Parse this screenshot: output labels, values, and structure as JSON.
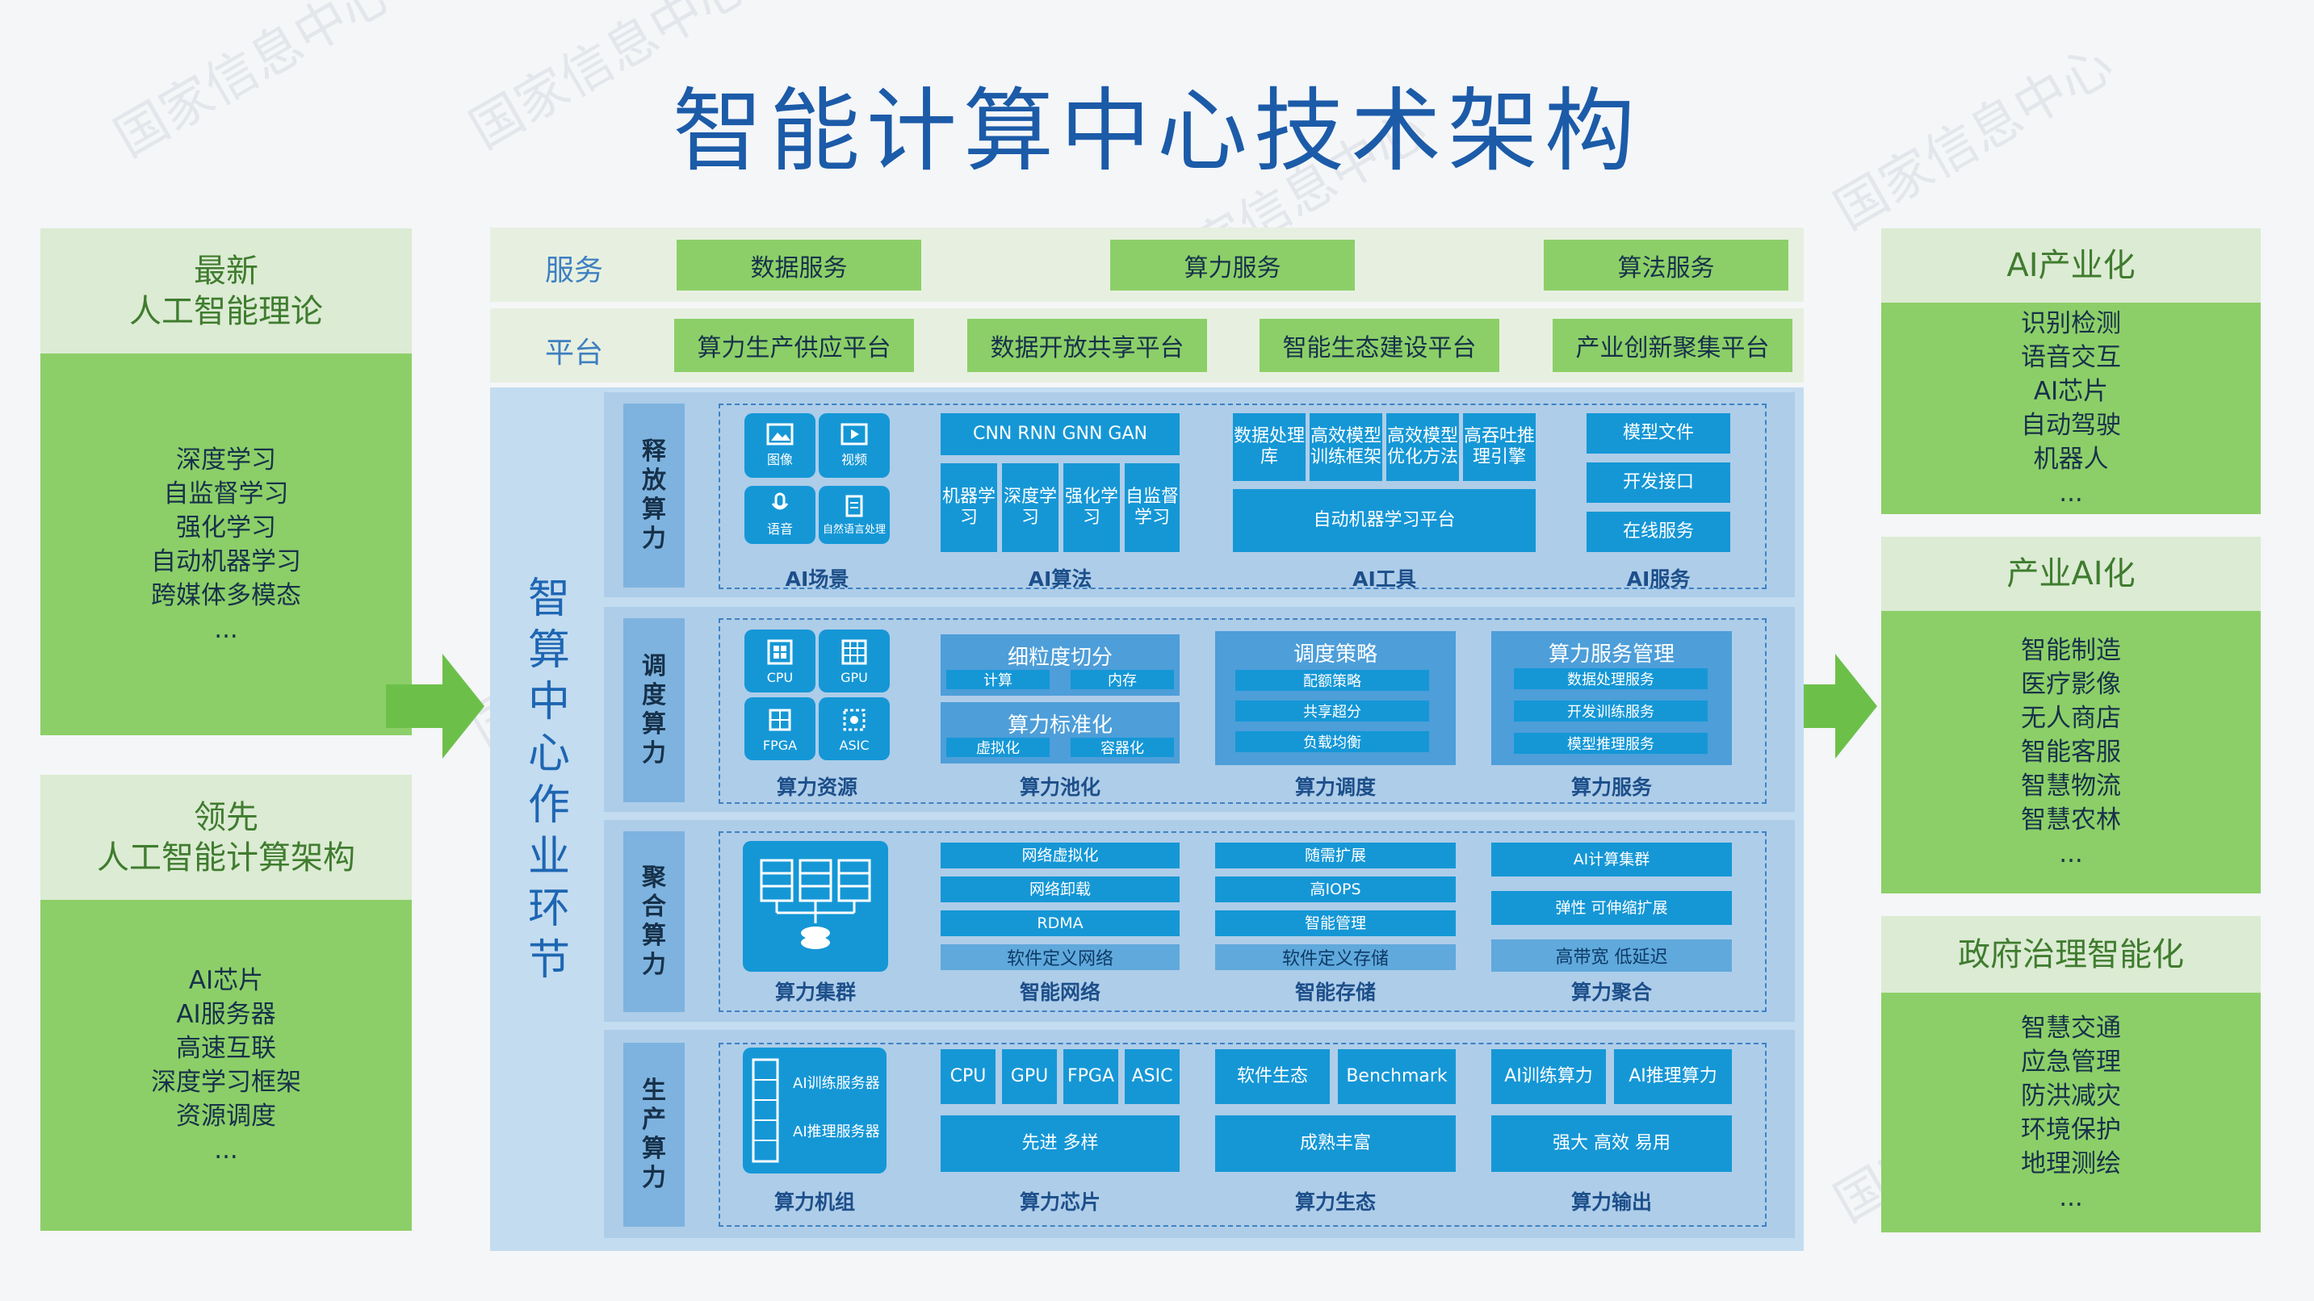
{
  "title": "智能计算中心技术架构",
  "watermark": "国家信息中心",
  "left_panels": [
    {
      "head_lines": [
        "最新",
        "人工智能理论"
      ],
      "items": [
        "深度学习",
        "自监督学习",
        "强化学习",
        "自动机器学习",
        "跨媒体多模态",
        "..."
      ]
    },
    {
      "head_lines": [
        "领先",
        "人工智能计算架构"
      ],
      "items": [
        "AI芯片",
        "AI服务器",
        "高速互联",
        "深度学习框架",
        "资源调度",
        "..."
      ]
    }
  ],
  "right_panels": [
    {
      "head": "AI产业化",
      "items": [
        "识别检测",
        "语音交互",
        "AI芯片",
        "自动驾驶",
        "机器人",
        "..."
      ]
    },
    {
      "head": "产业AI化",
      "items": [
        "智能制造",
        "医疗影像",
        "无人商店",
        "智能客服",
        "智慧物流",
        "智慧农林",
        "..."
      ]
    },
    {
      "head": "政府治理智能化",
      "items": [
        "智慧交通",
        "应急管理",
        "防洪减灾",
        "环境保护",
        "地理测绘",
        "..."
      ]
    }
  ],
  "service_row": {
    "label": "服务",
    "items": [
      "数据服务",
      "算力服务",
      "算法服务"
    ]
  },
  "platform_row": {
    "label": "平台",
    "items": [
      "算力生产供应平台",
      "数据开放共享平台",
      "智能生态建设平台",
      "产业创新聚集平台"
    ]
  },
  "center_label": [
    "智",
    "算",
    "中",
    "心",
    "作",
    "业",
    "环",
    "节"
  ],
  "layers": {
    "release": {
      "label": [
        "释",
        "放",
        "算",
        "力"
      ],
      "scene": {
        "caption": "AI场景",
        "tiles": [
          "图像",
          "视频",
          "语音",
          "自然语言处理"
        ]
      },
      "algo": {
        "caption": "AI算法",
        "top": "CNN   RNN   GNN   GAN",
        "cells": [
          "机器学习",
          "深度学习",
          "强化学习",
          "自监督学习"
        ]
      },
      "tools": {
        "caption": "AI工具",
        "cells": [
          "数据处理库",
          "高效模型训练框架",
          "高效模型优化方法",
          "高吞吐推理引擎"
        ],
        "bottom": "自动机器学习平台"
      },
      "service": {
        "caption": "AI服务",
        "items": [
          "模型文件",
          "开发接口",
          "在线服务"
        ]
      }
    },
    "schedule": {
      "label": [
        "调",
        "度",
        "算",
        "力"
      ],
      "resource": {
        "caption": "算力资源",
        "tiles": [
          "CPU",
          "GPU",
          "FPGA",
          "ASIC"
        ]
      },
      "pool": {
        "caption": "算力池化",
        "box1": "细粒度切分",
        "box1_items": [
          "计算",
          "内存"
        ],
        "box2": "算力标准化",
        "box2_items": [
          "虚拟化",
          "容器化"
        ]
      },
      "dispatch": {
        "caption": "算力调度",
        "head": "调度策略",
        "items": [
          "配额策略",
          "共享超分",
          "负载均衡"
        ]
      },
      "service": {
        "caption": "算力服务",
        "head": "算力服务管理",
        "items": [
          "数据处理服务",
          "开发训练服务",
          "模型推理服务"
        ]
      }
    },
    "aggregate": {
      "label": [
        "聚",
        "合",
        "算",
        "力"
      ],
      "cluster": {
        "caption": "算力集群"
      },
      "network": {
        "caption": "智能网络",
        "items": [
          "网络虚拟化",
          "网络卸载",
          "RDMA"
        ],
        "bottom": "软件定义网络"
      },
      "storage": {
        "caption": "智能存储",
        "items": [
          "随需扩展",
          "高IOPS",
          "智能管理"
        ],
        "bottom": "软件定义存储"
      },
      "agg": {
        "caption": "算力聚合",
        "items": [
          "AI计算集群",
          "弹性  可伸缩扩展"
        ],
        "bottom": "高带宽  低延迟"
      }
    },
    "produce": {
      "label": [
        "生",
        "产",
        "算",
        "力"
      ],
      "machine": {
        "caption": "算力机组",
        "items": [
          "AI训练服务器",
          "AI推理服务器"
        ]
      },
      "chip": {
        "caption": "算力芯片",
        "chips": [
          "CPU",
          "GPU",
          "FPGA",
          "ASIC"
        ],
        "bottom": "先进 多样"
      },
      "eco": {
        "caption": "算力生态",
        "items": [
          "软件生态",
          "Benchmark"
        ],
        "bottom": "成熟丰富"
      },
      "output": {
        "caption": "算力输出",
        "items": [
          "AI训练算力",
          "AI推理算力"
        ],
        "bottom": "强大    高效    易用"
      }
    }
  }
}
